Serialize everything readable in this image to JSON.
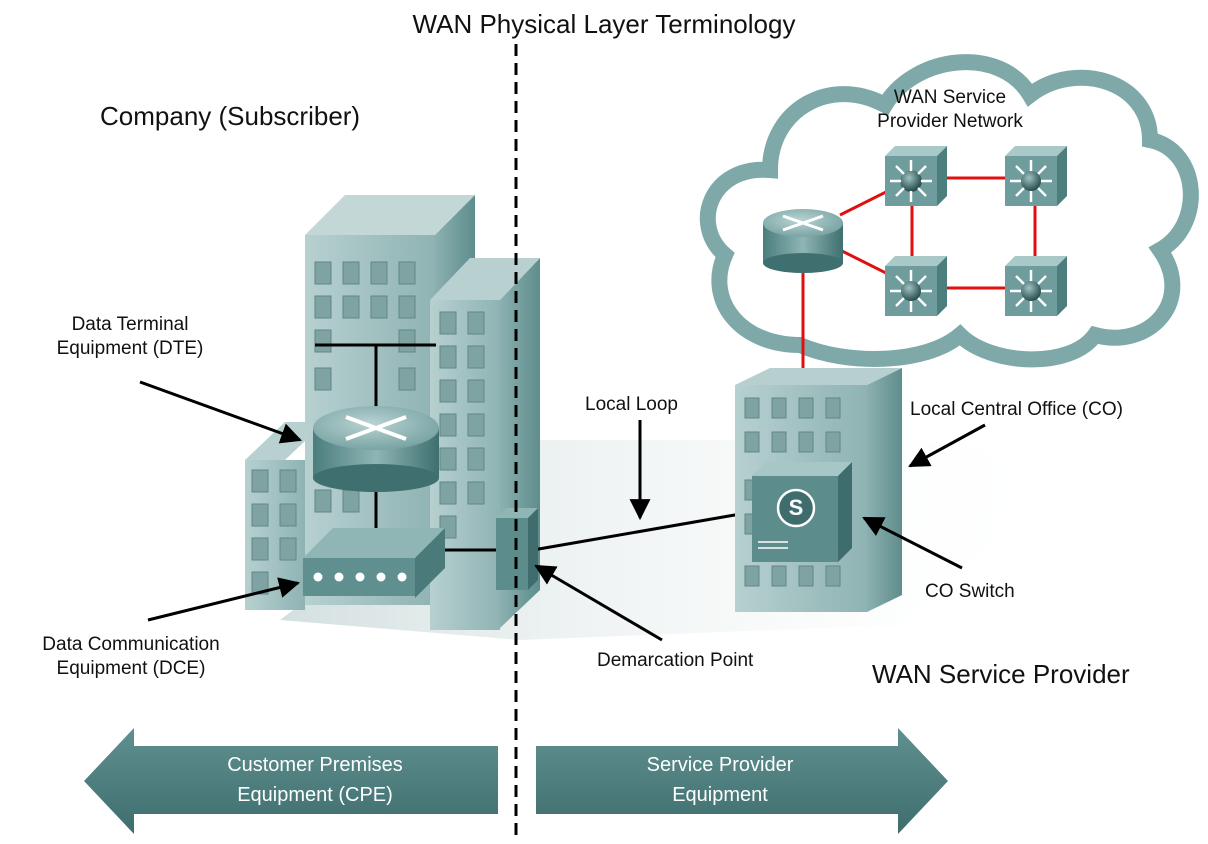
{
  "title": "WAN Physical Layer Terminology",
  "left_heading": "Company (Subscriber)",
  "right_heading": "WAN Service Provider",
  "labels": {
    "dte_line1": "Data Terminal",
    "dte_line2": "Equipment (DTE)",
    "dce_line1": "Data Communication",
    "dce_line2": "Equipment (DCE)",
    "local_loop": "Local Loop",
    "demarcation": "Demarcation Point",
    "central_office": "Local Central Office (CO)",
    "co_switch": "CO Switch",
    "cloud_line1": "WAN Service",
    "cloud_line2": "Provider Network",
    "switch_letter": "S"
  },
  "bottom_arrows": {
    "cpe_line1": "Customer Premises",
    "cpe_line2": "Equipment (CPE)",
    "sp_line1": "Service Provider",
    "sp_line2": "Equipment"
  },
  "colors": {
    "building": "#9dbdbd",
    "building_dark": "#6f9797",
    "device": "#5e8f8f",
    "arrow_fill": "#4f7f7f",
    "wan_link": "#e01010",
    "cloud_outline": "#7fa9a9"
  },
  "icons": [
    "router-icon",
    "modem-icon",
    "multilayer-switch-icon",
    "co-switch-icon",
    "cloud-icon"
  ]
}
